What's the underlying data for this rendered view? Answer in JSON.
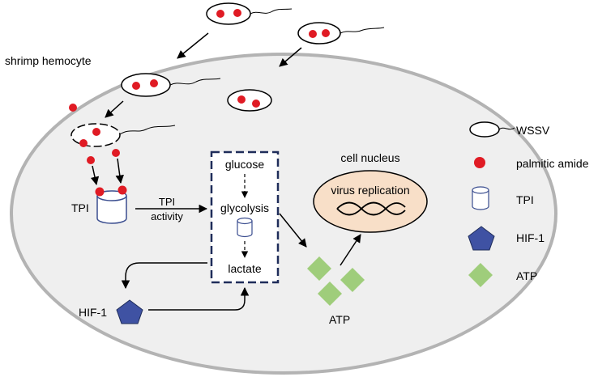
{
  "labels": {
    "cell": "shrimp hemocyte",
    "tpi": "TPI",
    "tpi_activity_line1": "TPI",
    "tpi_activity_line2": "activity",
    "glucose": "glucose",
    "glycolysis": "glycolysis",
    "lactate": "lactate",
    "nucleus": "cell nucleus",
    "virus_replication": "virus replication",
    "hif1": "HIF-1",
    "atp": "ATP"
  },
  "legend": [
    {
      "icon": "wssv-virion-icon",
      "label": "WSSV"
    },
    {
      "icon": "red-dot-icon",
      "label": "palmitic amide"
    },
    {
      "icon": "cylinder-icon",
      "label": "TPI"
    },
    {
      "icon": "pentagon-icon",
      "label": "HIF-1"
    },
    {
      "icon": "diamond-icon",
      "label": "ATP"
    }
  ],
  "colors": {
    "cell_fill": "#efefef",
    "cell_stroke": "#b3b3b3",
    "red": "#e01b24",
    "nucleus_fill": "#f8dfc8",
    "hif1_fill": "#3f52a3",
    "atp_fill": "#9fcd7b",
    "box_stroke": "#1f2d5a",
    "cylinder_stroke": "#3a4d8f"
  }
}
